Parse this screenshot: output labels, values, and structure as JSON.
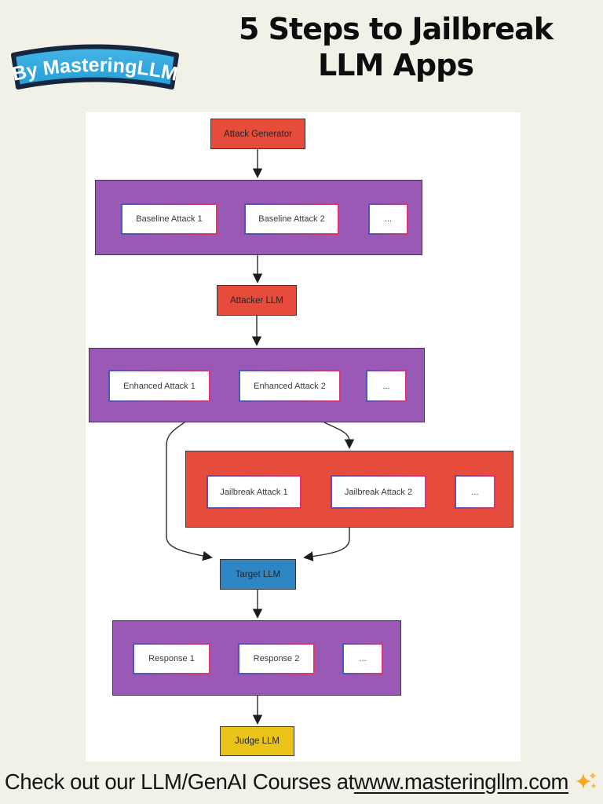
{
  "badge": {
    "label": "By MasteringLLM"
  },
  "title": {
    "line1": "5 Steps to Jailbreak",
    "line2": "LLM Apps"
  },
  "diagram": {
    "nodes": {
      "attack_generator": "Attack Generator",
      "attacker_llm": "Attacker LLM",
      "target_llm": "Target LLM",
      "judge_llm": "Judge LLM"
    },
    "groups": {
      "baseline": [
        "Baseline Attack 1",
        "Baseline Attack 2",
        "..."
      ],
      "enhanced": [
        "Enhanced Attack 1",
        "Enhanced Attack 2",
        "..."
      ],
      "jailbreak": [
        "Jailbreak Attack 1",
        "Jailbreak Attack 2",
        "..."
      ],
      "responses": [
        "Response 1",
        "Response 2",
        "..."
      ]
    }
  },
  "footer": {
    "text": "Check out our LLM/GenAI Courses at ",
    "link": "www.masteringllm.com",
    "icon": "sparkles-icon"
  },
  "colors": {
    "background": "#f2f1e8",
    "canvas": "#ffffff",
    "node_red": "#e64c3c",
    "node_blue": "#2e86c5",
    "node_yellow": "#e9c317",
    "group_purple": "#9b59b6",
    "badge_blue": "#2aa6df",
    "badge_border": "#16263e",
    "leaf_border_left": "#4558c8",
    "leaf_border_right": "#e0356a",
    "sparkle_gold": "#f6a821"
  }
}
